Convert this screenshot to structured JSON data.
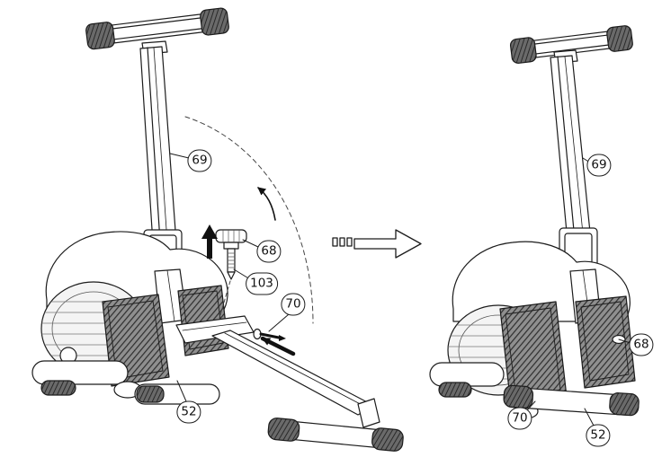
{
  "callouts": {
    "left": [
      {
        "label": "69"
      },
      {
        "label": "68"
      },
      {
        "label": "103"
      },
      {
        "label": "70"
      },
      {
        "label": "52"
      }
    ],
    "right": [
      {
        "label": "69"
      },
      {
        "label": "68"
      },
      {
        "label": "70"
      },
      {
        "label": "52"
      }
    ]
  },
  "icons": {
    "transition_arrow": "outlined-right-arrow-with-dashed-tail",
    "rotate_up_arrow": "curved-solid-arrow",
    "insert_knob_arrow": "solid-up-arrow",
    "slide_rail_arrow": "solid-diagonal-arrow",
    "swing_path": "dashed-arc"
  },
  "colors": {
    "line": "#1c1c1c",
    "background": "#ffffff",
    "pedal_texture": "#8f8f8f",
    "grip_texture": "#6a6a6a"
  }
}
